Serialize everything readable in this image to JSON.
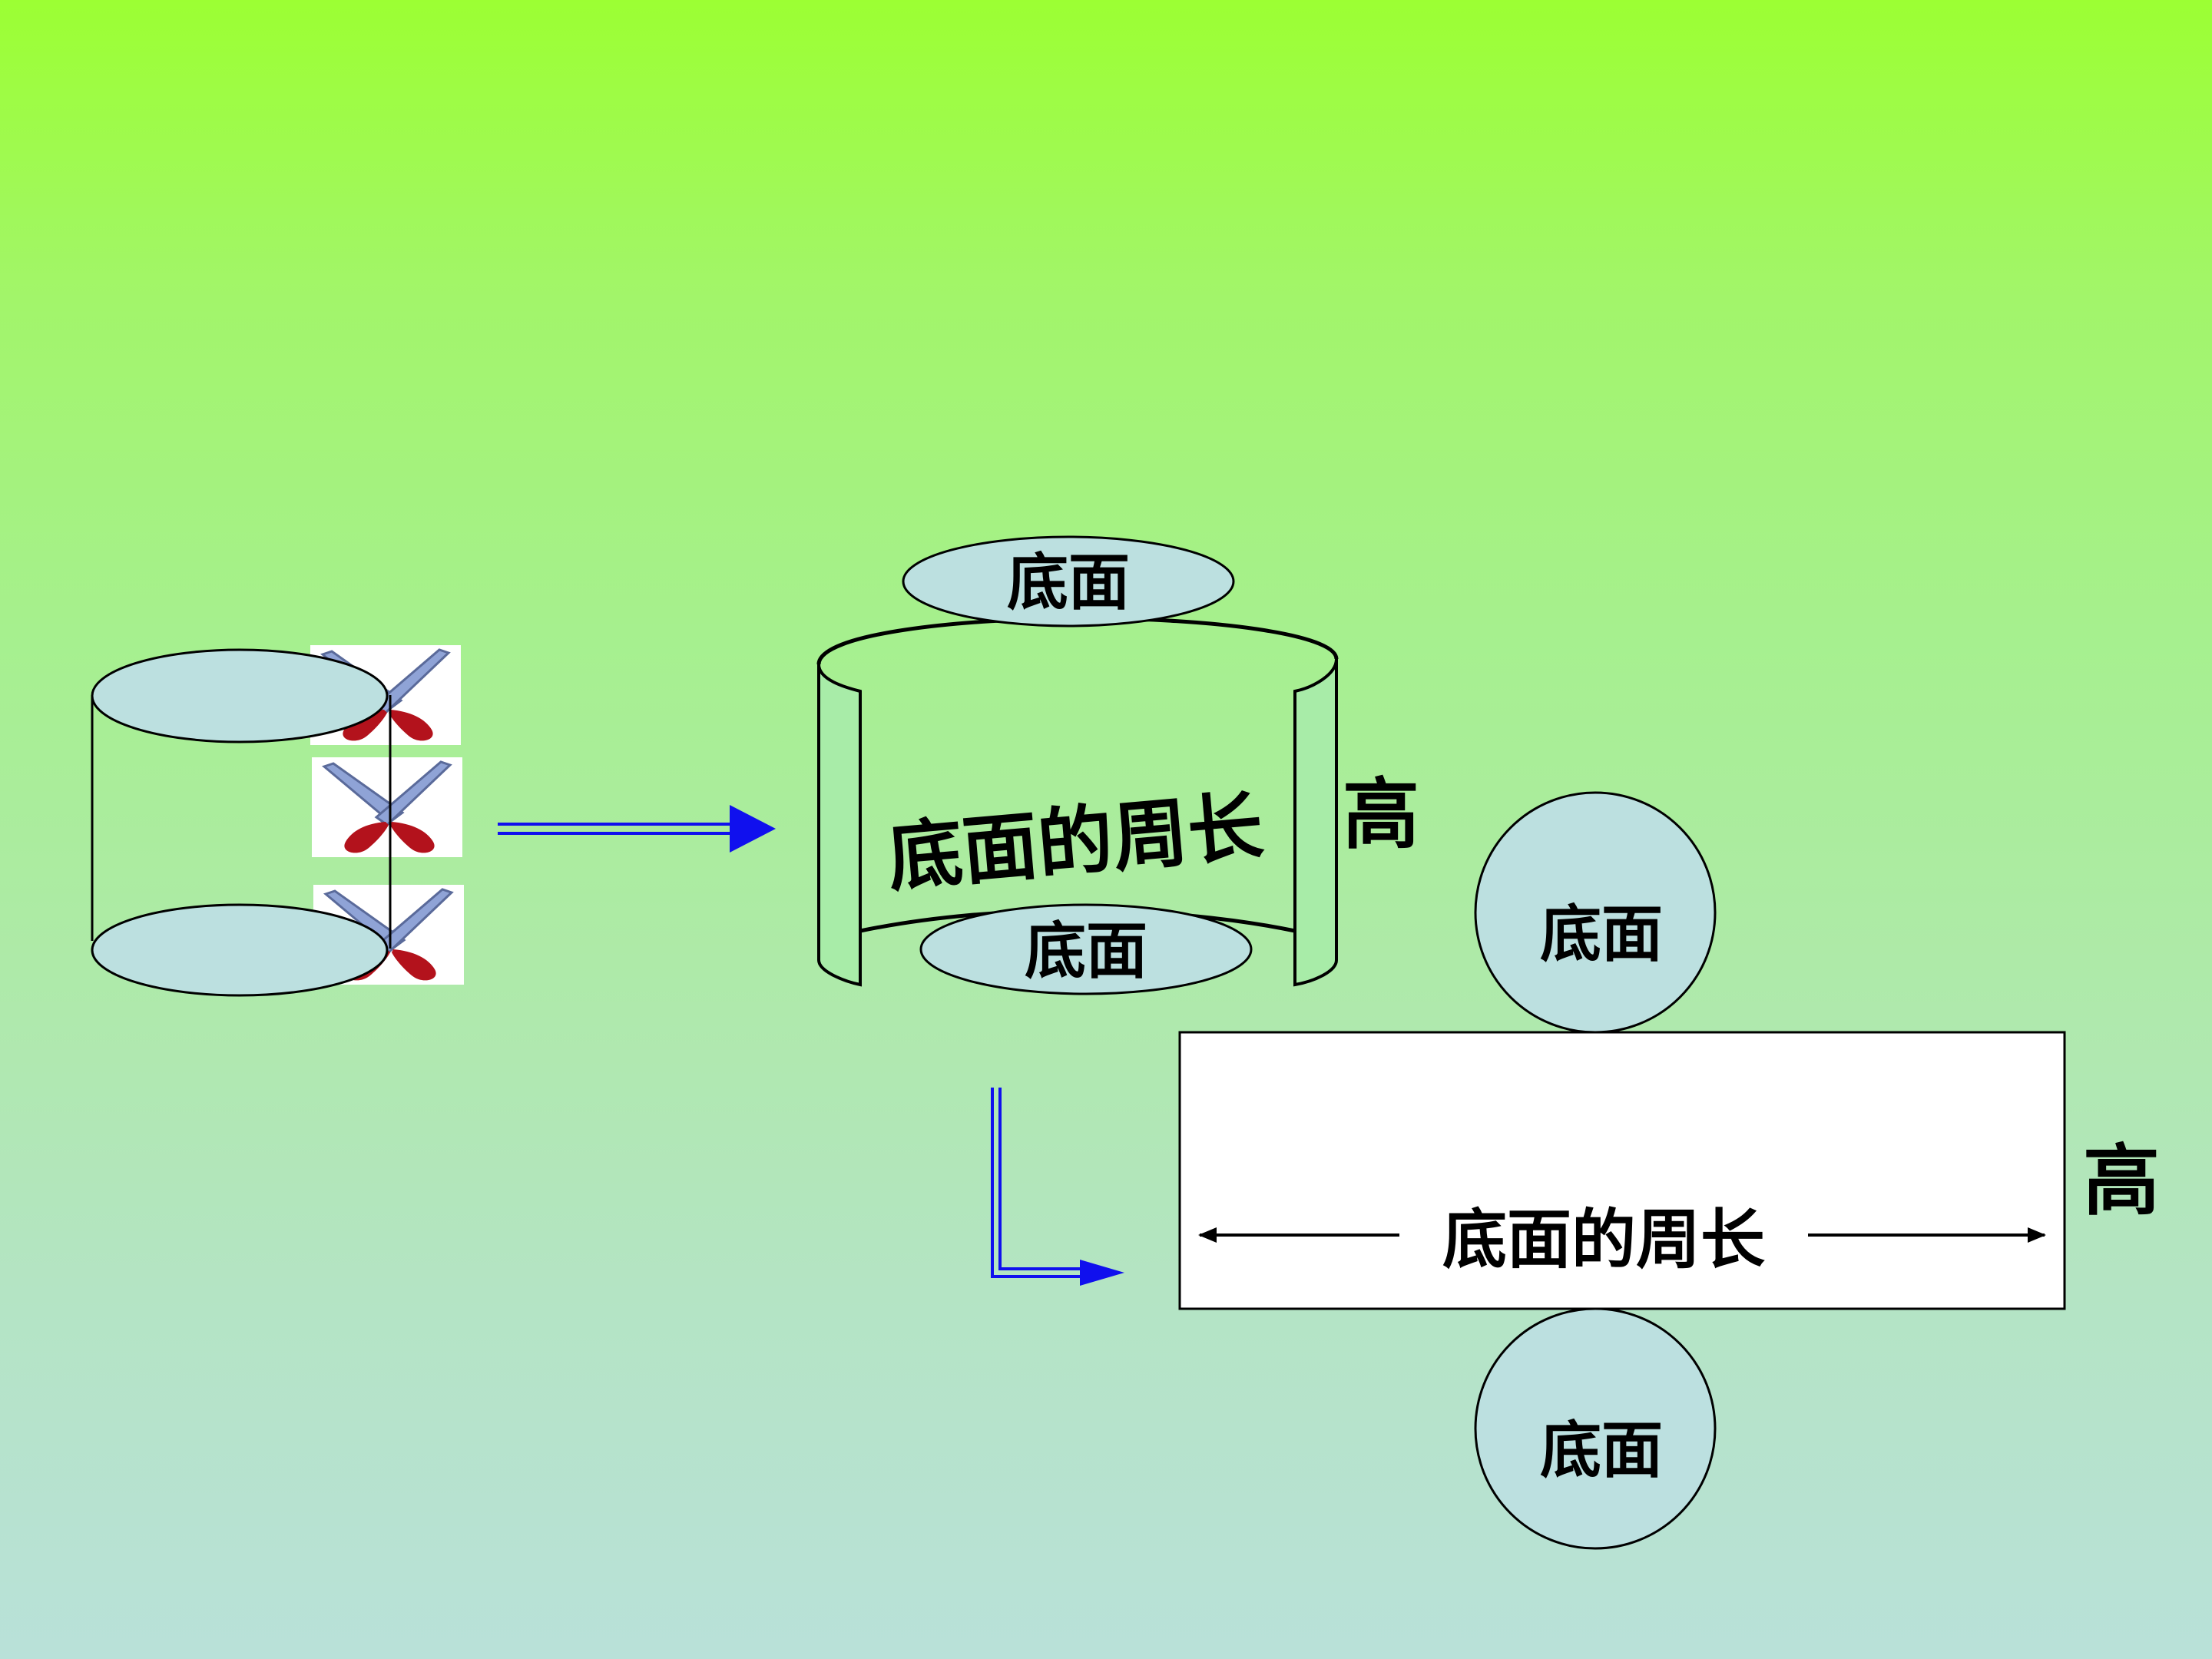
{
  "labels": {
    "base_face": "底面",
    "base_circumference": "底面的周长",
    "height": "高"
  },
  "colors": {
    "face_fill": "#bce0e0",
    "arrow_blue": "#1010ee",
    "rect_fill": "#ffffff",
    "scissor_blade": "#8fa3d6",
    "scissor_handle": "#b3121c"
  },
  "icons": [
    "scissors-icon"
  ]
}
